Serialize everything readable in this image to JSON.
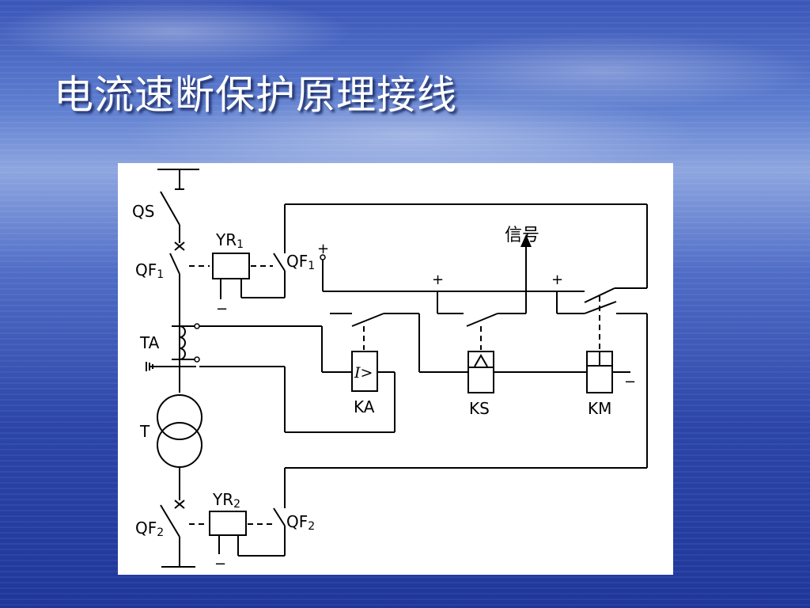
{
  "slide": {
    "title": "电流速断保护原理接线"
  },
  "diagram": {
    "labels": {
      "qs": "QS",
      "qf": "QF",
      "yr": "YR",
      "ta": "TA",
      "t": "T",
      "ka": "KA",
      "ks": "KS",
      "km": "KM",
      "signal": "信号",
      "relay_symbol": "I>"
    },
    "subscripts": {
      "one": "1",
      "two": "2"
    },
    "polarity": {
      "plus": "+",
      "minus": "−"
    }
  },
  "colors": {
    "line": "#000000",
    "panel": "#ffffff",
    "title": "#ffffff"
  }
}
